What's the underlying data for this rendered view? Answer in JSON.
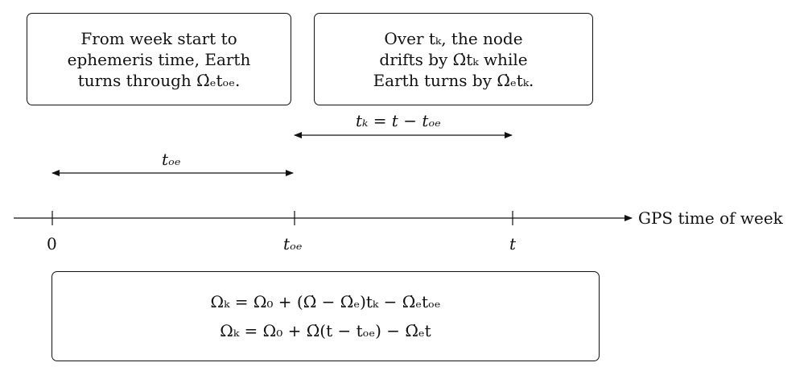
{
  "boxes": {
    "left": [
      "From week start to",
      "ephemeris time, Earth",
      "turns through Ω̇ₑtₒₑ."
    ],
    "right": [
      "Over tₖ, the node",
      "drifts by Ω̇tₖ while",
      "Earth turns by Ω̇ₑtₖ."
    ]
  },
  "intervals": {
    "toe_label": "tₒₑ",
    "tk_label": "tₖ = t − tₒₑ"
  },
  "timeline": {
    "axis_label": "GPS time of week",
    "ticks": [
      "0",
      "tₒₑ",
      "t"
    ]
  },
  "equations": [
    "Ωₖ = Ω₀ + (Ω̇ − Ω̇ₑ)tₖ − Ω̇ₑtₒₑ",
    "Ωₖ = Ω₀ + Ω̇(t − tₒₑ) − Ω̇ₑt"
  ]
}
